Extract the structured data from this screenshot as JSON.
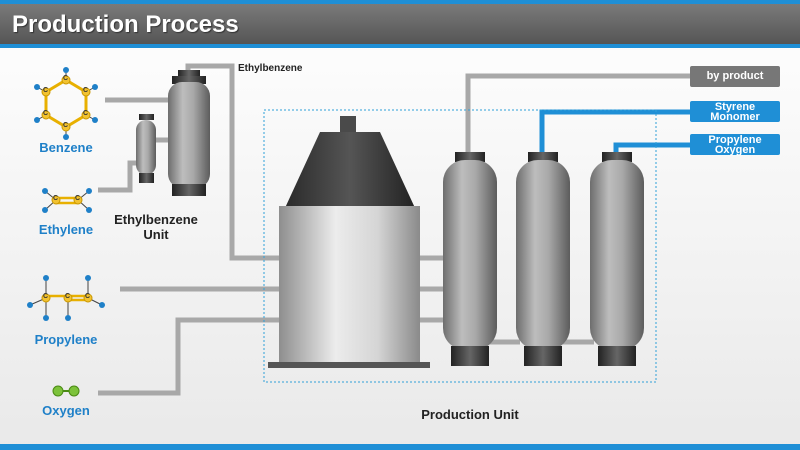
{
  "header": {
    "title": "Production Process"
  },
  "inputs": [
    {
      "name": "Benzene"
    },
    {
      "name": "Ethylene"
    },
    {
      "name": "Propylene"
    },
    {
      "name": "Oxygen"
    }
  ],
  "units": {
    "ethylbenzene_unit_line1": "Ethylbenzene",
    "ethylbenzene_unit_line2": "Unit",
    "ethylbenzene_stream": "Ethylbenzene",
    "production_unit": "Production Unit"
  },
  "outputs": [
    {
      "line1": "by product",
      "line2": ""
    },
    {
      "line1": "Styrene",
      "line2": "Monomer"
    },
    {
      "line1": "Propylene",
      "line2": "Oxygen"
    }
  ],
  "atom_label": "C",
  "colors": {
    "accent": "#1f8fd6",
    "pipe": "#a8a8a8",
    "carbon": "#f2c230",
    "hydrogen": "#1f80c8",
    "oxygen": "#7cc23a"
  }
}
